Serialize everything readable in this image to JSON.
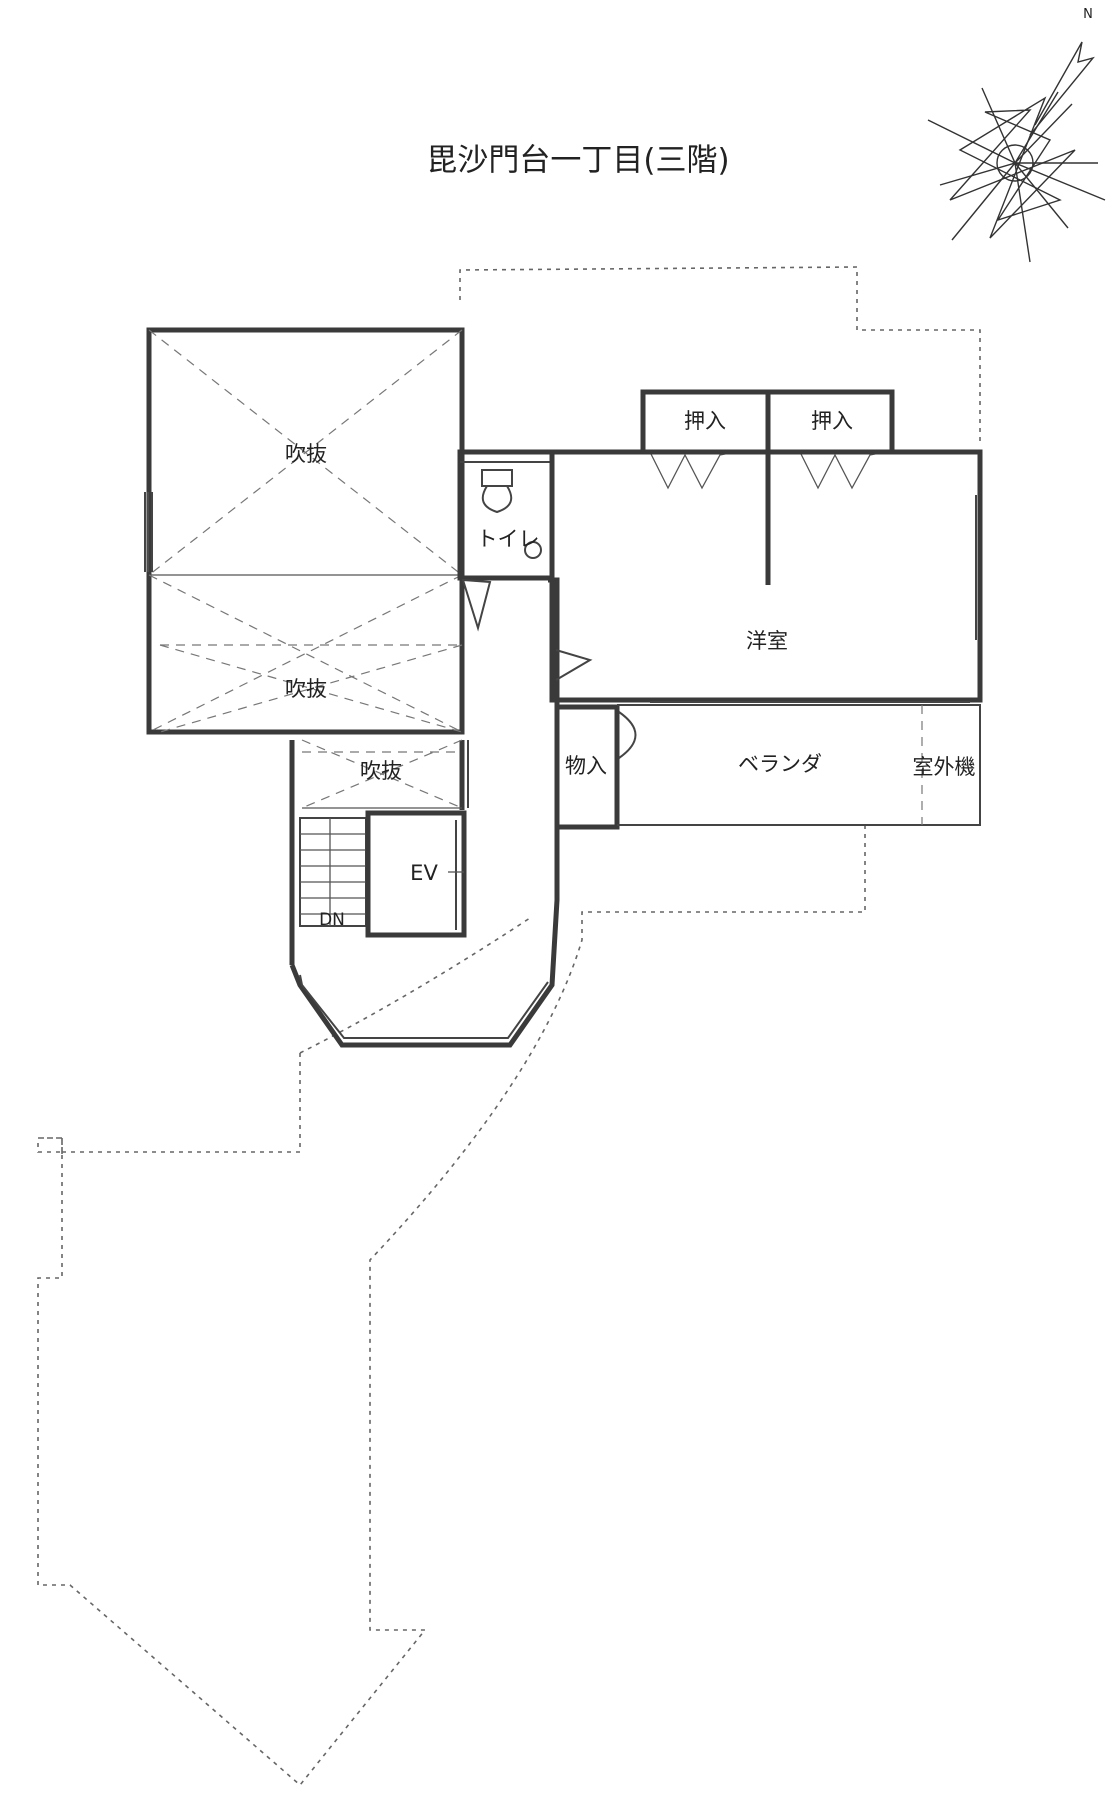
{
  "title": "毘沙門台一丁目(三階)",
  "compass": {
    "north_label": "N"
  },
  "rooms": {
    "void_top": "吹抜",
    "void_mid": "吹抜",
    "void_small": "吹抜",
    "toilet": "トイレ",
    "closet_left": "押入",
    "closet_right": "押入",
    "western_room": "洋室",
    "storage": "物入",
    "veranda": "ベランダ",
    "ac_unit": "室外機",
    "elevator": "EV",
    "stairs_down": "DN"
  }
}
